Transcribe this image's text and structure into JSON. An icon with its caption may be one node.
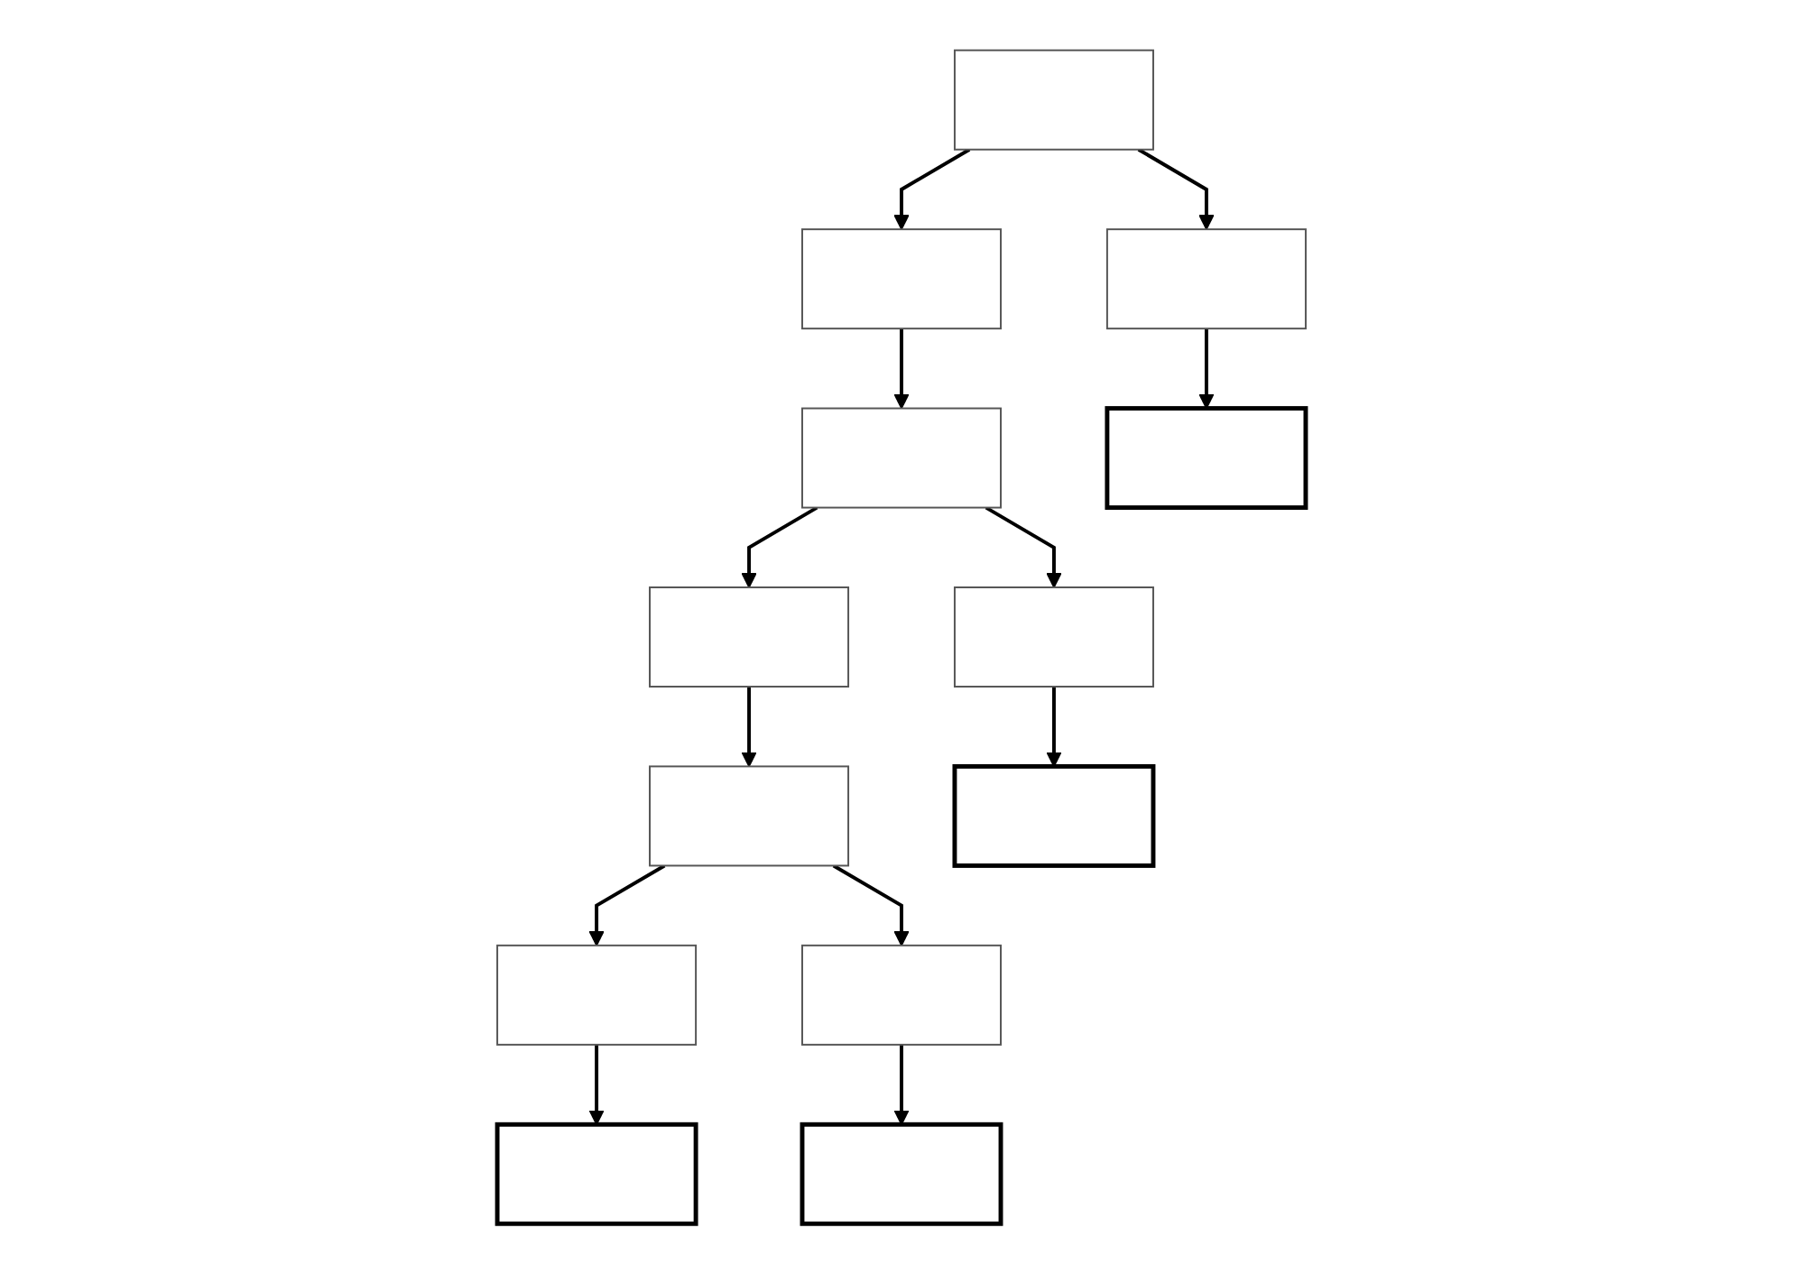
{
  "diagram": {
    "nodes": [
      {
        "text": [],
        "shape": "box"
      },
      {
        "text": [],
        "shape": "box"
      },
      {
        "text": [],
        "shape": "box"
      },
      {
        "text": [],
        "shape": "box"
      },
      {
        "text": [],
        "shape": "box"
      },
      {
        "text": [],
        "shape": "box"
      },
      {
        "text": [],
        "shape": "box"
      },
      {
        "text": [],
        "shape": "box"
      },
      {
        "text": [],
        "shape": "box"
      },
      {
        "text": [],
        "shape": "box"
      },
      {
        "text": [],
        "shape": "box"
      },
      {
        "text": [],
        "shape": "box"
      },
      {
        "text": [],
        "shape": "box"
      }
    ],
    "edges": [
      {
        "from": 1,
        "to": 0,
        "arrow": "to"
      },
      {
        "from": 1,
        "to": 2,
        "arrow": "to"
      },
      {
        "from": 2,
        "to": 4,
        "arrow": "to"
      },
      {
        "from": 4,
        "to": 3,
        "arrow": "to"
      },
      {
        "from": 4,
        "to": 5,
        "arrow": "to"
      },
      {
        "from": 5,
        "to": 7,
        "arrow": "to"
      },
      {
        "from": 7,
        "to": 6,
        "arrow": "to"
      },
      {
        "from": 7,
        "to": 8,
        "arrow": "to"
      },
      {
        "from": 0,
        "to": 9,
        "arrow": "to"
      },
      {
        "from": 3,
        "to": 10,
        "arrow": "to"
      },
      {
        "from": 6,
        "to": 11,
        "arrow": "to"
      },
      {
        "from": 8,
        "to": 12,
        "arrow": "to"
      }
    ]
  }
}
